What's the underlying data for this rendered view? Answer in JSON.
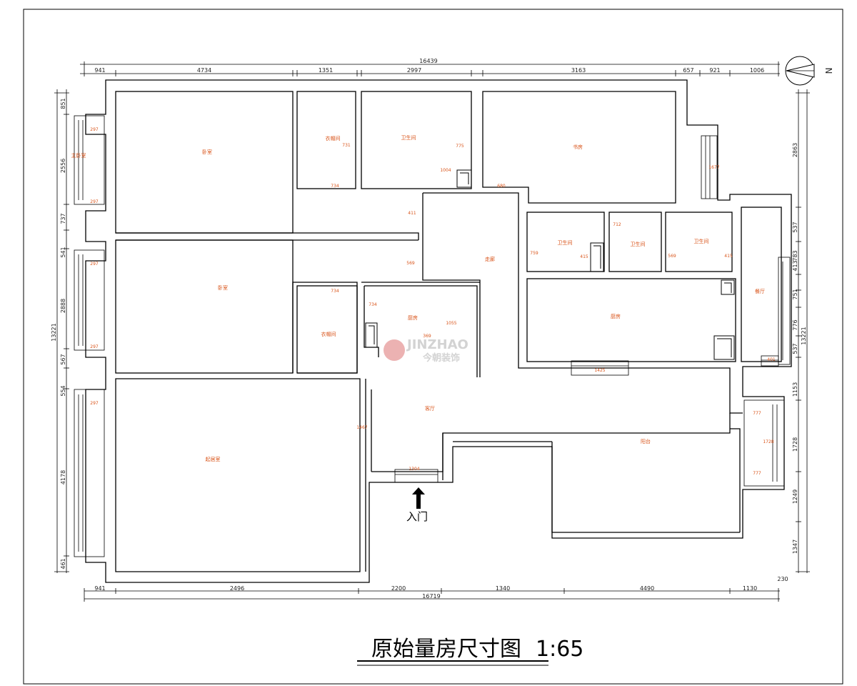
{
  "title": {
    "text": "原始量房尺寸图",
    "scale": "1:65"
  },
  "entry_label": "入门",
  "north_label": "N",
  "watermark": {
    "brand": "JINZHAO",
    "cn": "今朝装饰"
  },
  "top_dims": {
    "total": "16439",
    "segs": [
      "941",
      "4734",
      "1351",
      "2997",
      "3163",
      "657",
      "921",
      "1006"
    ]
  },
  "bottom_dims": {
    "total": "16719",
    "segs": [
      "941",
      "2496",
      "2200",
      "1340",
      "4490",
      "1130"
    ],
    "corner": "230"
  },
  "left_dims": {
    "total": "13221",
    "segs": [
      "851",
      "2556",
      "737",
      "541",
      "2888",
      "567",
      "554",
      "4178",
      "461"
    ]
  },
  "right_dims": {
    "total": "13221",
    "segs": [
      "2863",
      "537",
      "783",
      "413",
      "751",
      "776",
      "537",
      "1153",
      "1728",
      "1249",
      "1347"
    ]
  },
  "rooms": [
    "卧室",
    "衣帽间",
    "卫生间",
    "书房",
    "卧室",
    "走廊",
    "卫生间",
    "衣帽间",
    "厨房",
    "卫生间",
    "卫生间",
    "厨房",
    "餐厅",
    "客厅",
    "阳台",
    "起居室",
    "主卧室"
  ],
  "inner_dims": [
    "731",
    "734",
    "775",
    "1004",
    "680",
    "411",
    "569",
    "734",
    "734",
    "1055",
    "369",
    "759",
    "415",
    "712",
    "569",
    "415",
    "1425",
    "401",
    "1467",
    "1304",
    "777",
    "1728",
    "777",
    "1677",
    "297",
    "297",
    "297",
    "297",
    "297"
  ],
  "colors": {
    "wall": "#000000",
    "annotation": "#d9541a",
    "watermark": "#c9c9c9",
    "watermark_logo": "#e8a0a0"
  }
}
